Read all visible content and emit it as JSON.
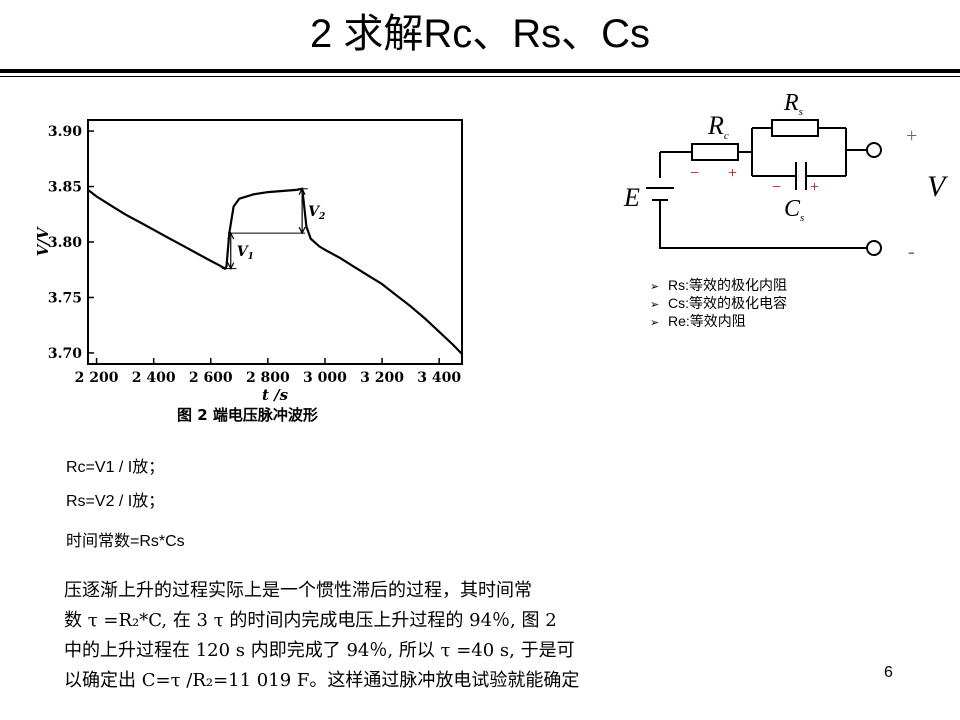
{
  "slide": {
    "title": "2  求解Rc、Rs、Cs",
    "page_number": "6"
  },
  "chart_data": {
    "type": "line",
    "title": "",
    "caption": "图 2    端电压脉冲波形",
    "xlabel": "t /s",
    "ylabel": "V/V",
    "xlim": [
      2170,
      3480
    ],
    "ylim": [
      3.69,
      3.91
    ],
    "x_ticks": [
      2200,
      2400,
      2600,
      2800,
      3000,
      3200,
      3400
    ],
    "x_tick_labels": [
      "2 200",
      "2 400",
      "2 600",
      "2 800",
      "3 000",
      "3 200",
      "3 400"
    ],
    "y_ticks": [
      3.7,
      3.75,
      3.8,
      3.85,
      3.9
    ],
    "y_tick_labels": [
      "3.70",
      "3.75",
      "3.80",
      "3.85",
      "3.90"
    ],
    "annotations": [
      {
        "label": "V",
        "sub": "1",
        "x": 2670,
        "y_from": 3.776,
        "y_to": 3.808
      },
      {
        "label": "V",
        "sub": "2",
        "x": 2920,
        "y_from": 3.808,
        "y_to": 3.848
      }
    ],
    "series": [
      {
        "x": [
          2170,
          2200,
          2250,
          2300,
          2350,
          2400,
          2450,
          2500,
          2550,
          2600,
          2630,
          2650,
          2655,
          2665,
          2680,
          2700,
          2750,
          2800,
          2850,
          2900,
          2920,
          2925,
          2935,
          2950,
          2980,
          3000,
          3050,
          3100,
          3150,
          3200,
          3250,
          3300,
          3350,
          3400,
          3450,
          3480
        ],
        "y": [
          3.847,
          3.841,
          3.833,
          3.825,
          3.818,
          3.811,
          3.804,
          3.797,
          3.79,
          3.783,
          3.779,
          3.776,
          3.778,
          3.808,
          3.832,
          3.839,
          3.843,
          3.845,
          3.846,
          3.847,
          3.848,
          3.838,
          3.814,
          3.803,
          3.796,
          3.793,
          3.786,
          3.778,
          3.77,
          3.762,
          3.752,
          3.742,
          3.731,
          3.719,
          3.707,
          3.699
        ]
      }
    ]
  },
  "circuit": {
    "labels": {
      "rc": "R",
      "rc_sub": "c",
      "rs": "R",
      "rs_sub": "s",
      "cs": "C",
      "cs_sub": "s",
      "e": "E",
      "v": "V",
      "plus": "+",
      "minus": "-",
      "pol_minus": "−",
      "pol_plus": "+"
    }
  },
  "legend": {
    "bullet_glyph": "➢",
    "items": [
      "Rs:等效的极化内阻",
      "Cs:等效的极化电容",
      "Re:等效内阻"
    ]
  },
  "formulas": {
    "line1": "Rc=V1 / I放；",
    "line2": "Rs=V2 / I放；",
    "line3": "时间常数=Rs*Cs"
  },
  "excerpt": {
    "lines": [
      "压逐渐上升的过程实际上是一个惯性滞后的过程，其时间常",
      "数 τ =R₂*C, 在 3 τ 的时间内完成电压上升过程的 94％, 图 2",
      "中的上升过程在 120 s 内即完成了 94％, 所以 τ =40 s, 于是可",
      "以确定出 C=τ /R₂=11 019 F。这样通过脉冲放电试验就能确定"
    ]
  }
}
